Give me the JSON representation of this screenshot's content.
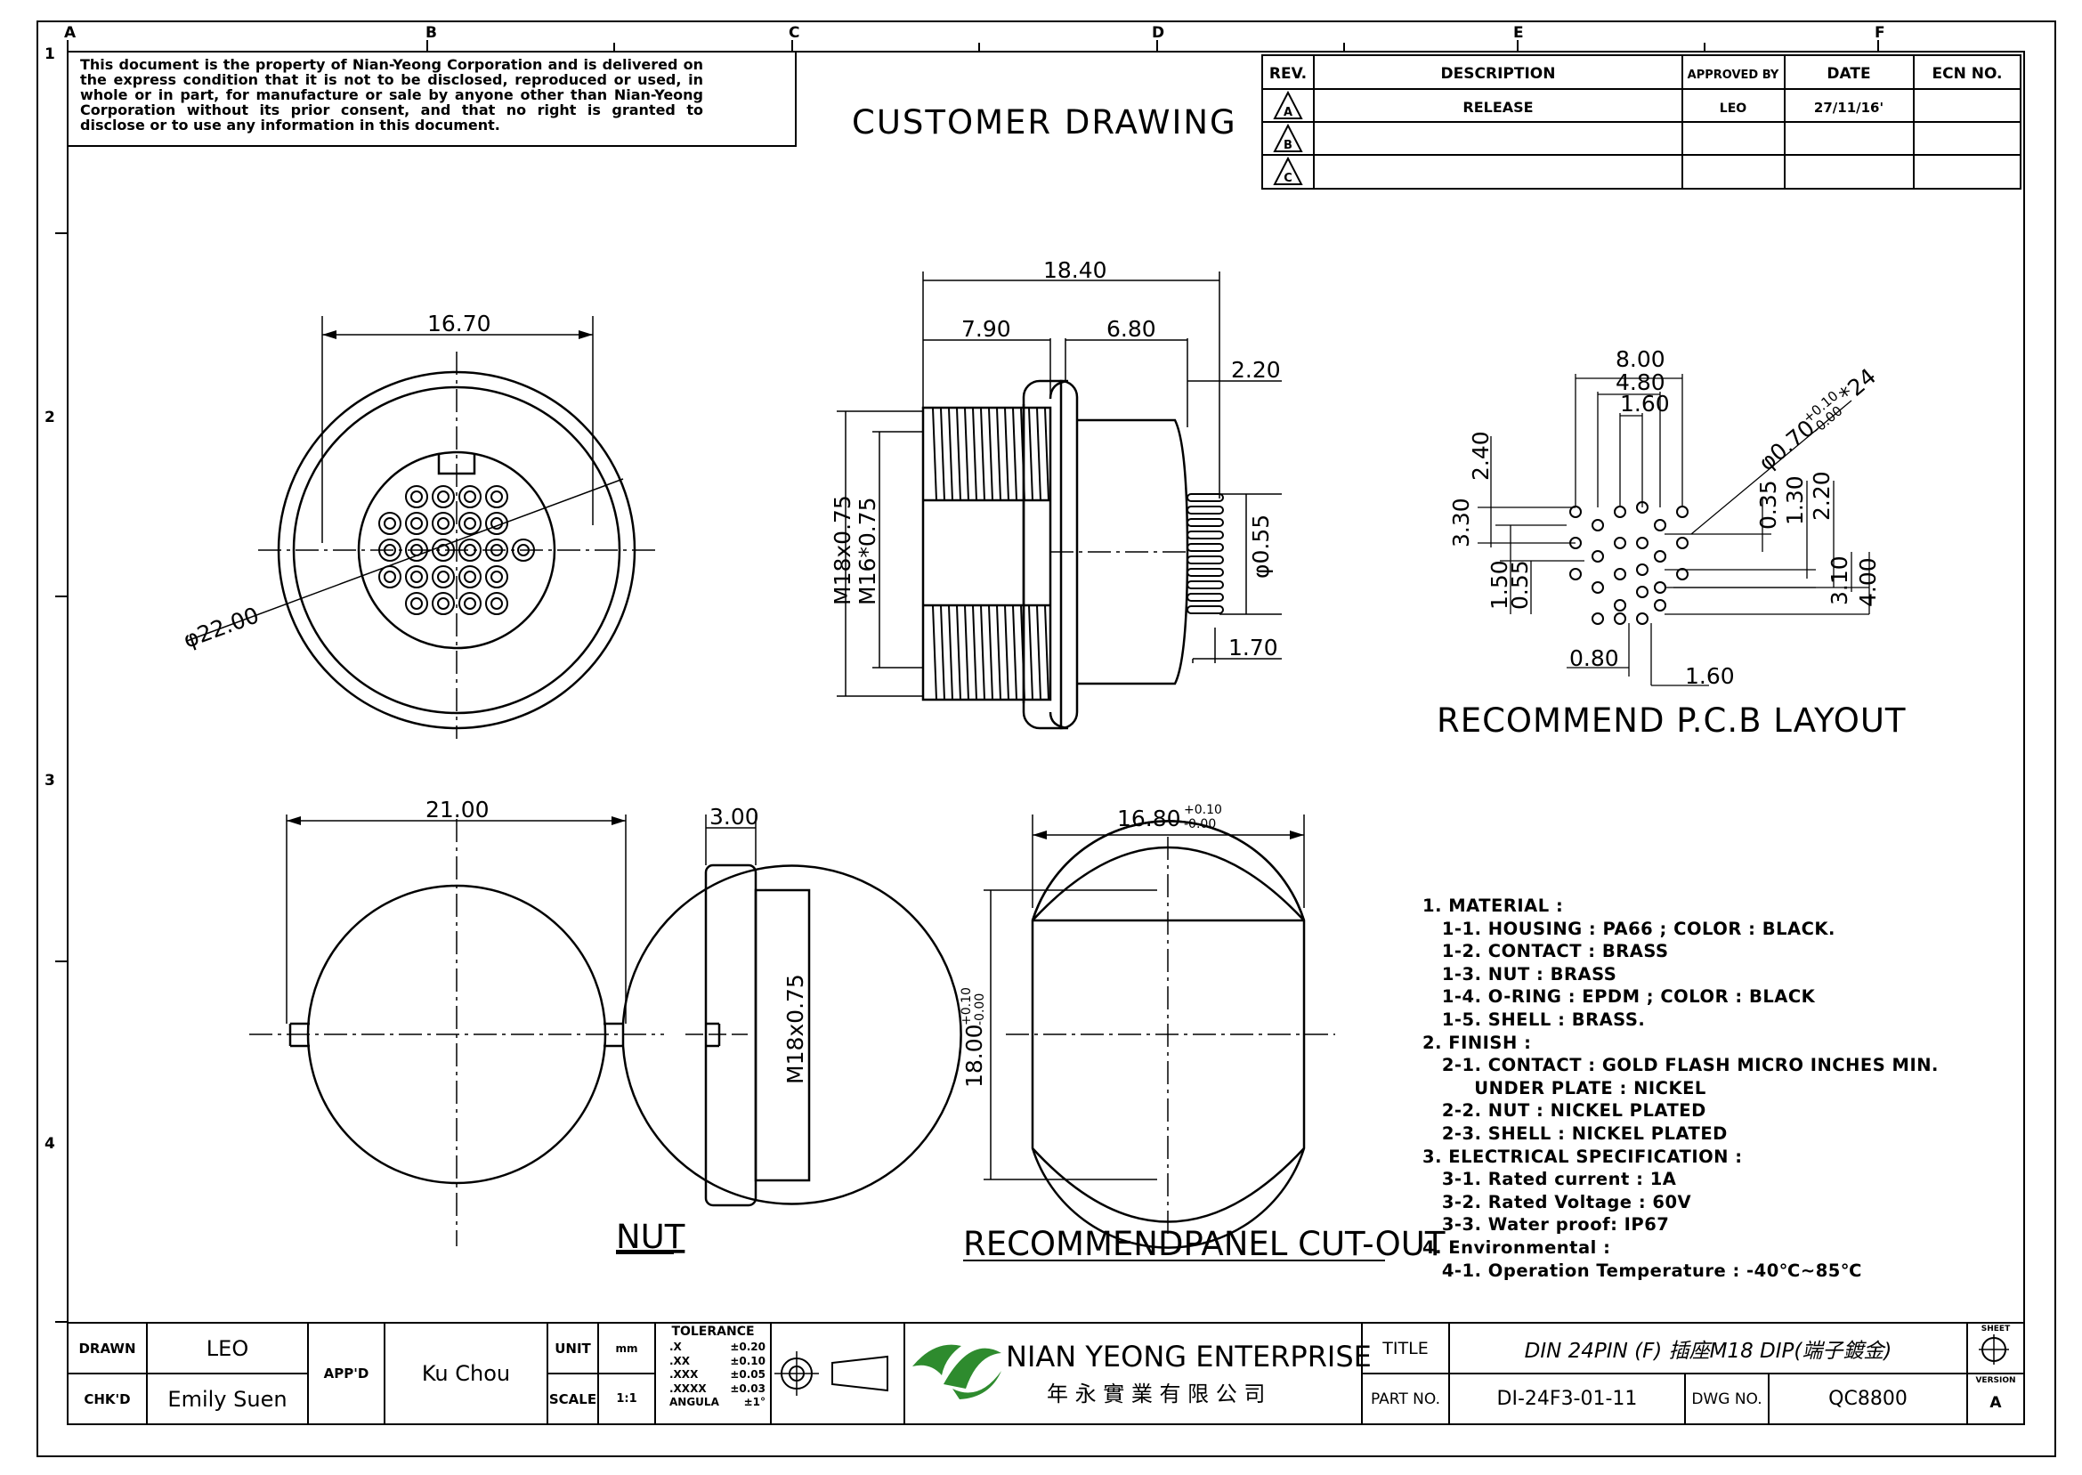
{
  "zone_letters": [
    "A",
    "B",
    "C",
    "D",
    "E",
    "F"
  ],
  "zone_numbers": [
    "1",
    "2",
    "3",
    "4"
  ],
  "disclaimer": "This document is the property of Nian-Yeong Corporation and is delivered on the express condition that it is not to be disclosed, reproduced or used, in whole or in part, for manufacture or sale by anyone other than Nian-Yeong Corporation without its prior consent, and that no right is granted to disclose or to use any information in this document.",
  "header_title": "CUSTOMER DRAWING",
  "revision_table": {
    "headers": [
      "REV.",
      "DESCRIPTION",
      "APPROVED BY",
      "DATE",
      "ECN NO."
    ],
    "rows": [
      {
        "rev": "A",
        "description": "RELEASE",
        "approved_by": "LEO",
        "date": "27/11/16'",
        "ecn": ""
      },
      {
        "rev": "B",
        "description": "",
        "approved_by": "",
        "date": "",
        "ecn": ""
      },
      {
        "rev": "C",
        "description": "",
        "approved_by": "",
        "date": "",
        "ecn": ""
      }
    ]
  },
  "dimensions": {
    "front_width": "16.70",
    "front_dia": "φ22.00",
    "side_total": "18.40",
    "side_thread": "7.90",
    "side_body": "6.80",
    "side_flange": "2.20",
    "side_m18": "M18x0.75",
    "side_m16": "M16*0.75",
    "side_pin_dia": "φ0.55",
    "side_pin_len": "1.70",
    "pcb_8": "8.00",
    "pcb_48": "4.80",
    "pcb_16": "1.60",
    "pcb_24": "2.40",
    "pcb_33": "3.30",
    "pcb_15": "1.50",
    "pcb_055": "0.55",
    "pcb_035": "0.35",
    "pcb_13": "1.30",
    "pcb_22": "2.20",
    "pcb_31": "3.10",
    "pcb_4": "4.00",
    "pcb_08": "0.80",
    "pcb_16b": "1.60",
    "pcb_hole": "φ0.70",
    "pcb_hole_tol_up": "+0.10",
    "pcb_hole_tol_dn": "-0.00",
    "pcb_hole_count": "*24",
    "nut_dia": "21.00",
    "nut_thk": "3.00",
    "nut_thread": "M18x0.75",
    "cut_width": "16.80",
    "cut_w_tol_up": "+0.10",
    "cut_w_tol_dn": "-0.00",
    "cut_height": "18.00",
    "cut_h_tol_up": "+0.10",
    "cut_h_tol_dn": "-0.00"
  },
  "view_labels": {
    "pcb": "RECOMMEND P.C.B LAYOUT",
    "nut": "NUT",
    "cutout": "RECOMMENDPANEL CUT-OUT"
  },
  "notes": [
    "1. MATERIAL :",
    "   1-1. HOUSING : PA66 ; COLOR : BLACK.",
    "   1-2. CONTACT : BRASS",
    "   1-3. NUT : BRASS",
    "   1-4. O-RING : EPDM ; COLOR : BLACK",
    "   1-5. SHELL : BRASS.",
    "2. FINISH :",
    "   2-1. CONTACT : GOLD FLASH MICRO INCHES MIN.",
    "        UNDER PLATE : NICKEL",
    "   2-2. NUT : NICKEL PLATED",
    "   2-3. SHELL : NICKEL PLATED",
    "3. ELECTRICAL SPECIFICATION :",
    "   3-1. Rated current : 1A",
    "   3-2. Rated Voltage : 60V",
    "   3-3. Water proof: IP67",
    "4. Environmental :",
    "   4-1. Operation Temperature : -40℃~85℃"
  ],
  "title_block": {
    "drawn_label": "DRAWN",
    "drawn_value": "LEO",
    "chkd_label": "CHK'D",
    "chkd_value": "Emily Suen",
    "appd_label": "APP'D",
    "appd_value": "Ku Chou",
    "unit_label": "UNIT",
    "unit_value": "mm",
    "scale_label": "SCALE",
    "scale_value": "1:1",
    "tolerance_label": "TOLERANCE",
    "tolerances": [
      {
        "k": ".X",
        "v": "±0.20"
      },
      {
        "k": ".XX",
        "v": "±0.10"
      },
      {
        "k": ".XXX",
        "v": "±0.05"
      },
      {
        "k": ".XXXX",
        "v": "±0.03"
      },
      {
        "k": "ANGULA",
        "v": "±1°"
      }
    ],
    "company_en": "NIAN YEONG ENTERPRISE",
    "company_cn": "年 永 實 業 有 限 公 司",
    "title_label": "TITLE",
    "title_value": "DIN 24PIN (F) 插座M18 DIP(端子鍍金)",
    "part_label": "PART NO.",
    "part_value": "DI-24F3-01-11",
    "dwg_label": "DWG NO.",
    "dwg_value": "QC8800",
    "sheet_label": "SHEET",
    "version_label": "VERSION",
    "version_value": "A"
  },
  "colors": {
    "ink": "#000000",
    "logo_green": "#2e8b2e"
  }
}
